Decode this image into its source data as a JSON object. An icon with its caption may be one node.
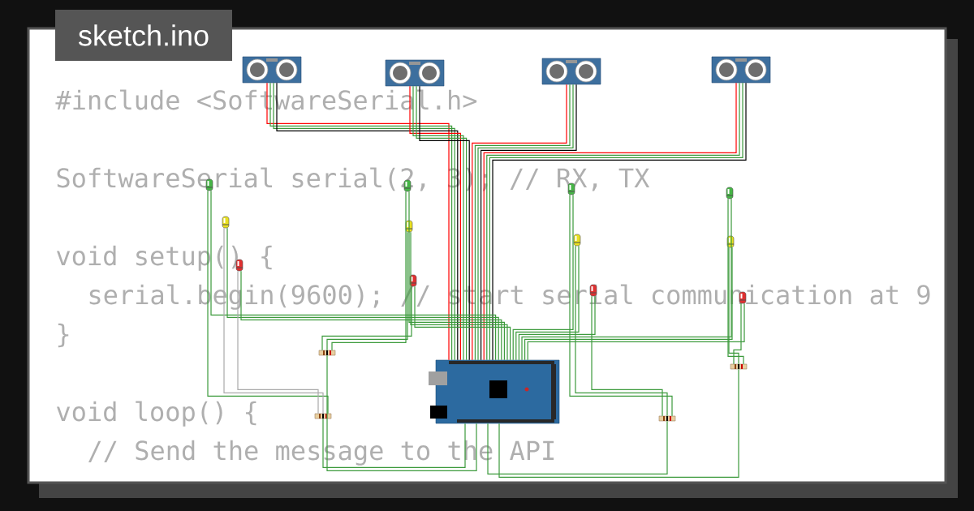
{
  "diagram": {
    "title": "sketch.ino",
    "nodes": [
      {
        "text": [],
        "shape": "picture"
      },
      {
        "text": [],
        "shape": "picture"
      },
      {
        "text": [],
        "shape": "picture"
      },
      {
        "text": [],
        "shape": "picture"
      },
      {
        "text": [],
        "shape": "picture"
      },
      {
        "text": [],
        "shape": "picture"
      },
      {
        "text": [],
        "shape": "picture"
      },
      {
        "text": [],
        "shape": "picture"
      },
      {
        "text": [],
        "shape": "picture"
      },
      {
        "text": [],
        "shape": "picture"
      },
      {
        "text": [],
        "shape": "picture"
      },
      {
        "text": [],
        "shape": "picture"
      },
      {
        "text": [],
        "shape": "picture"
      },
      {
        "text": [],
        "shape": "picture"
      },
      {
        "text": [],
        "shape": "picture"
      },
      {
        "text": [],
        "shape": "picture"
      },
      {
        "text": [],
        "shape": "picture"
      },
      {
        "text": [],
        "shape": "picture"
      },
      {
        "text": [],
        "shape": "picture"
      },
      {
        "text": [],
        "shape": "picture"
      },
      {
        "text": [],
        "shape": "picture"
      }
    ],
    "edges": [
      {
        "from": 0,
        "to": 20,
        "arrow": "none",
        "color": "#ff0000"
      },
      {
        "from": 0,
        "to": 20,
        "arrow": "none"
      },
      {
        "from": 0,
        "to": 20,
        "arrow": "none"
      },
      {
        "from": 0,
        "to": 20,
        "arrow": "none",
        "color": "#000000"
      },
      {
        "from": 1,
        "to": 20,
        "arrow": "none",
        "color": "#ff0000"
      },
      {
        "from": 1,
        "to": 20,
        "arrow": "none"
      },
      {
        "from": 1,
        "to": 20,
        "arrow": "none"
      },
      {
        "from": 1,
        "to": 20,
        "arrow": "none",
        "color": "#000000"
      },
      {
        "from": 2,
        "to": 20,
        "arrow": "none",
        "color": "#ff0000"
      },
      {
        "from": 2,
        "to": 20,
        "arrow": "none"
      },
      {
        "from": 2,
        "to": 20,
        "arrow": "none"
      },
      {
        "from": 2,
        "to": 20,
        "arrow": "none",
        "color": "#000000"
      },
      {
        "from": 3,
        "to": 20,
        "arrow": "none",
        "color": "#ff0000"
      },
      {
        "from": 3,
        "to": 20,
        "arrow": "none"
      },
      {
        "from": 3,
        "to": 20,
        "arrow": "none"
      },
      {
        "from": 3,
        "to": 20,
        "arrow": "none",
        "color": "#000000"
      },
      {
        "from": 4,
        "to": 20,
        "arrow": "none"
      },
      {
        "from": 5,
        "to": 20,
        "arrow": "none"
      },
      {
        "from": 6,
        "to": 20,
        "arrow": "none"
      },
      {
        "from": 7,
        "to": 20,
        "arrow": "none"
      },
      {
        "from": 8,
        "to": 20,
        "arrow": "none"
      },
      {
        "from": 9,
        "to": 20,
        "arrow": "none"
      },
      {
        "from": 10,
        "to": 20,
        "arrow": "none"
      },
      {
        "from": 11,
        "to": 20,
        "arrow": "none"
      },
      {
        "from": 12,
        "to": 20,
        "arrow": "none"
      },
      {
        "from": 13,
        "to": 20,
        "arrow": "none"
      },
      {
        "from": 14,
        "to": 20,
        "arrow": "none"
      },
      {
        "from": 15,
        "to": 20,
        "arrow": "none"
      },
      {
        "from": 4,
        "to": 16,
        "arrow": "none"
      },
      {
        "from": 5,
        "to": 16,
        "arrow": "none",
        "color": "#aaaaaa"
      },
      {
        "from": 6,
        "to": 16,
        "arrow": "none",
        "color": "#aaaaaa"
      },
      {
        "from": 7,
        "to": 17,
        "arrow": "none"
      },
      {
        "from": 8,
        "to": 17,
        "arrow": "none"
      },
      {
        "from": 9,
        "to": 17,
        "arrow": "none"
      },
      {
        "from": 10,
        "to": 18,
        "arrow": "none"
      },
      {
        "from": 11,
        "to": 18,
        "arrow": "none"
      },
      {
        "from": 12,
        "to": 18,
        "arrow": "none"
      },
      {
        "from": 13,
        "to": 19,
        "arrow": "none"
      },
      {
        "from": 14,
        "to": 19,
        "arrow": "none"
      },
      {
        "from": 15,
        "to": 19,
        "arrow": "none"
      },
      {
        "from": 16,
        "to": 20,
        "arrow": "none"
      },
      {
        "from": 17,
        "to": 20,
        "arrow": "none"
      },
      {
        "from": 18,
        "to": 20,
        "arrow": "none"
      },
      {
        "from": 19,
        "to": 20,
        "arrow": "none"
      }
    ],
    "labels": [
      "#include <SoftwareSerial.h>",
      "SoftwareSerial serial(2, 3); // RX, TX",
      "void setup() {",
      "serial.begin(9600); // start serial communication at 9",
      "}",
      "void loop() {",
      "// Send the message to the API"
    ]
  }
}
